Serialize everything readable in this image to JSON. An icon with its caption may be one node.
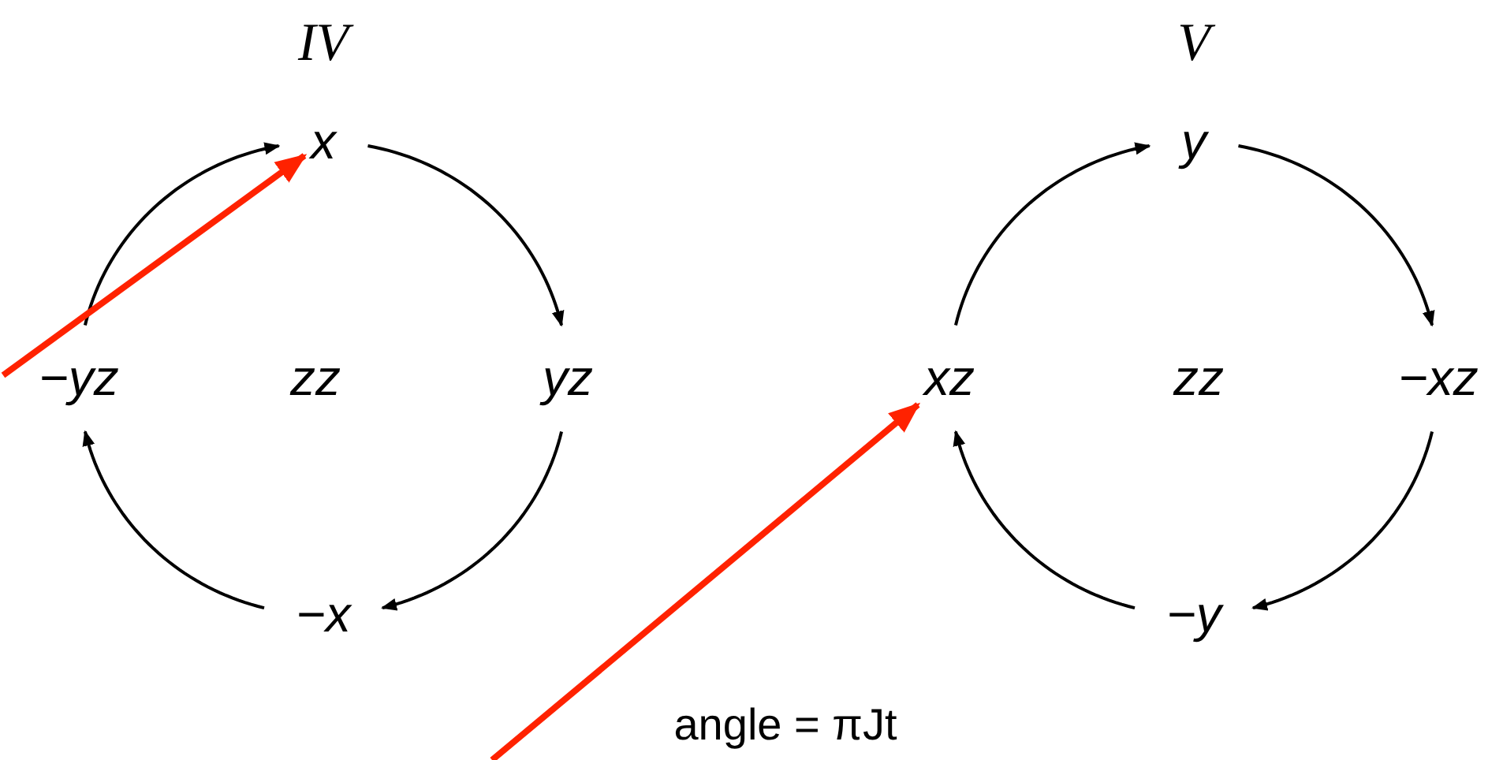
{
  "diagram": {
    "nodes": [
      {
        "text": [
          "x"
        ]
      },
      {
        "text": [
          "yz"
        ]
      },
      {
        "text": [
          "−x"
        ]
      },
      {
        "text": [
          "−yz"
        ]
      },
      {
        "text": [
          "y"
        ]
      },
      {
        "text": [
          "−xz"
        ]
      },
      {
        "text": [
          "−y"
        ]
      },
      {
        "text": [
          "xz"
        ]
      }
    ],
    "edges": [
      {
        "from": 0,
        "to": 1,
        "arrow": "to"
      },
      {
        "from": 1,
        "to": 2,
        "arrow": "to"
      },
      {
        "from": 2,
        "to": 3,
        "arrow": "to"
      },
      {
        "from": 3,
        "to": 0,
        "arrow": "to"
      },
      {
        "from": 4,
        "to": 5,
        "arrow": "to"
      },
      {
        "from": 5,
        "to": 6,
        "arrow": "to"
      },
      {
        "from": 6,
        "to": 7,
        "arrow": "to"
      },
      {
        "from": 7,
        "to": 4,
        "arrow": "to"
      },
      {
        "from": null,
        "to": 0,
        "arrow": "to",
        "style": "thick",
        "color": "#ff2200"
      },
      {
        "from": null,
        "to": 7,
        "arrow": "to",
        "style": "thick",
        "color": "#ff2200"
      }
    ],
    "labels": [
      "IV",
      "V",
      "zz",
      "zz",
      "angle = πJt"
    ]
  }
}
